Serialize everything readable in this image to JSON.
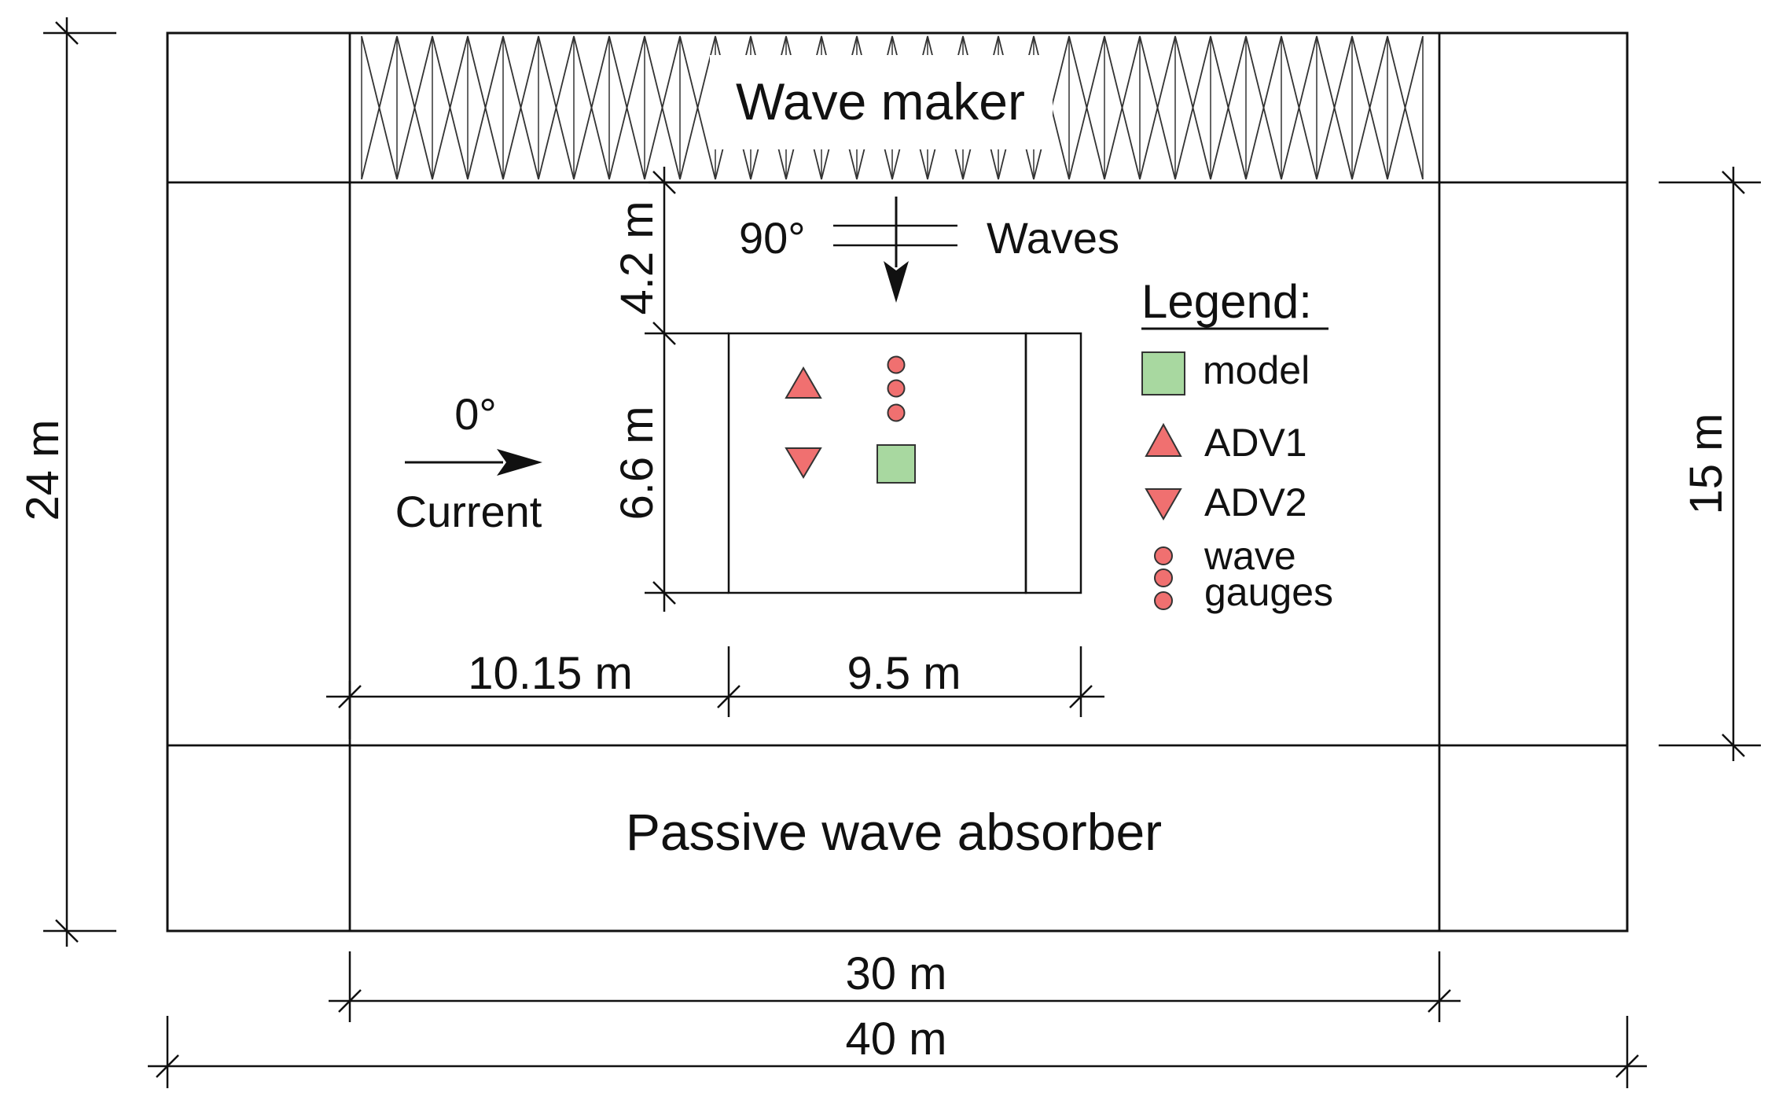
{
  "labels": {
    "wave_maker": "Wave maker",
    "absorber": "Passive wave absorber",
    "waves_angle": "90°",
    "waves": "Waves",
    "current_angle": "0°",
    "current": "Current"
  },
  "dimensions": {
    "total_width": "40 m",
    "inner_width": "30 m",
    "total_height": "24 m",
    "inner_height": "15 m",
    "upstream_distance": "10.15 m",
    "sand_length": "9.5 m",
    "sand_width": "6.6 m",
    "wavemaker_distance": "4.2 m"
  },
  "legend": {
    "title": "Legend:",
    "model": "model",
    "adv1": "ADV1",
    "adv2": "ADV2",
    "gauges_line1": "wave",
    "gauges_line2": "gauges"
  },
  "colors": {
    "sand": "#fbe3ad",
    "model": "#a8d8a0",
    "instrument": "#f07070",
    "wavemaker_fill": "#dcdcdc",
    "outline": "#111111"
  }
}
